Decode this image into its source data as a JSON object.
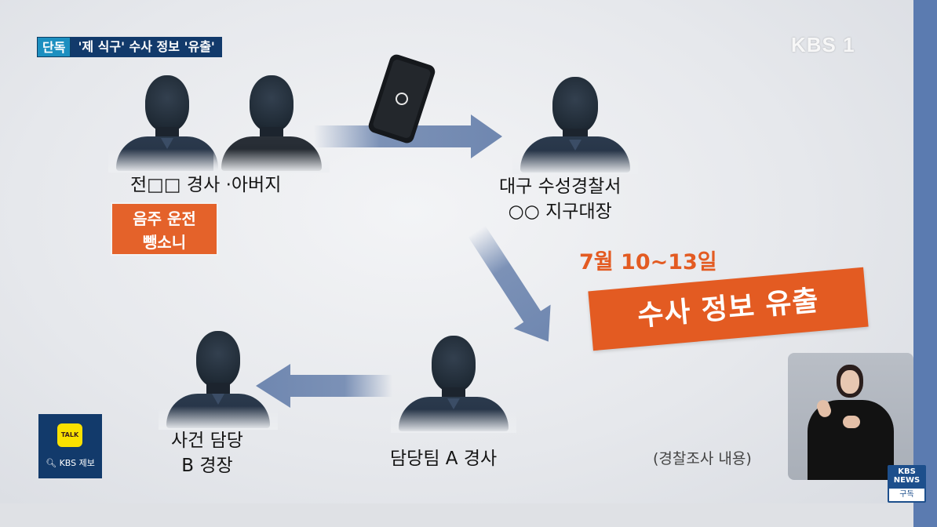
{
  "headline": {
    "tag": "단독",
    "text": "'제 식구' 수사 정보 '유출'"
  },
  "logo": "KBS 1",
  "nodes": {
    "origin": "전□□ 경사 ·아버지",
    "station_line1": "대구 수성경찰서",
    "station_line2": "○○ 지구대장",
    "officer_a": "담당팀 A 경사",
    "officer_b_line1": "사건 담당",
    "officer_b_line2": "B 경장"
  },
  "charges": {
    "line1": "음주 운전",
    "line2": "뺑소니"
  },
  "date": "7월 10~13일",
  "banner": "수사 정보 유출",
  "source_note": "(경찰조사 내용)",
  "tip": {
    "icon_text": "TALK",
    "label": "KBS 제보"
  },
  "news_logo": {
    "top": "KBS NEWS",
    "sub": "구독"
  },
  "colors": {
    "accent_orange": "#e35b22",
    "navy": "#123a6b",
    "arrow": "#6f87b0"
  }
}
